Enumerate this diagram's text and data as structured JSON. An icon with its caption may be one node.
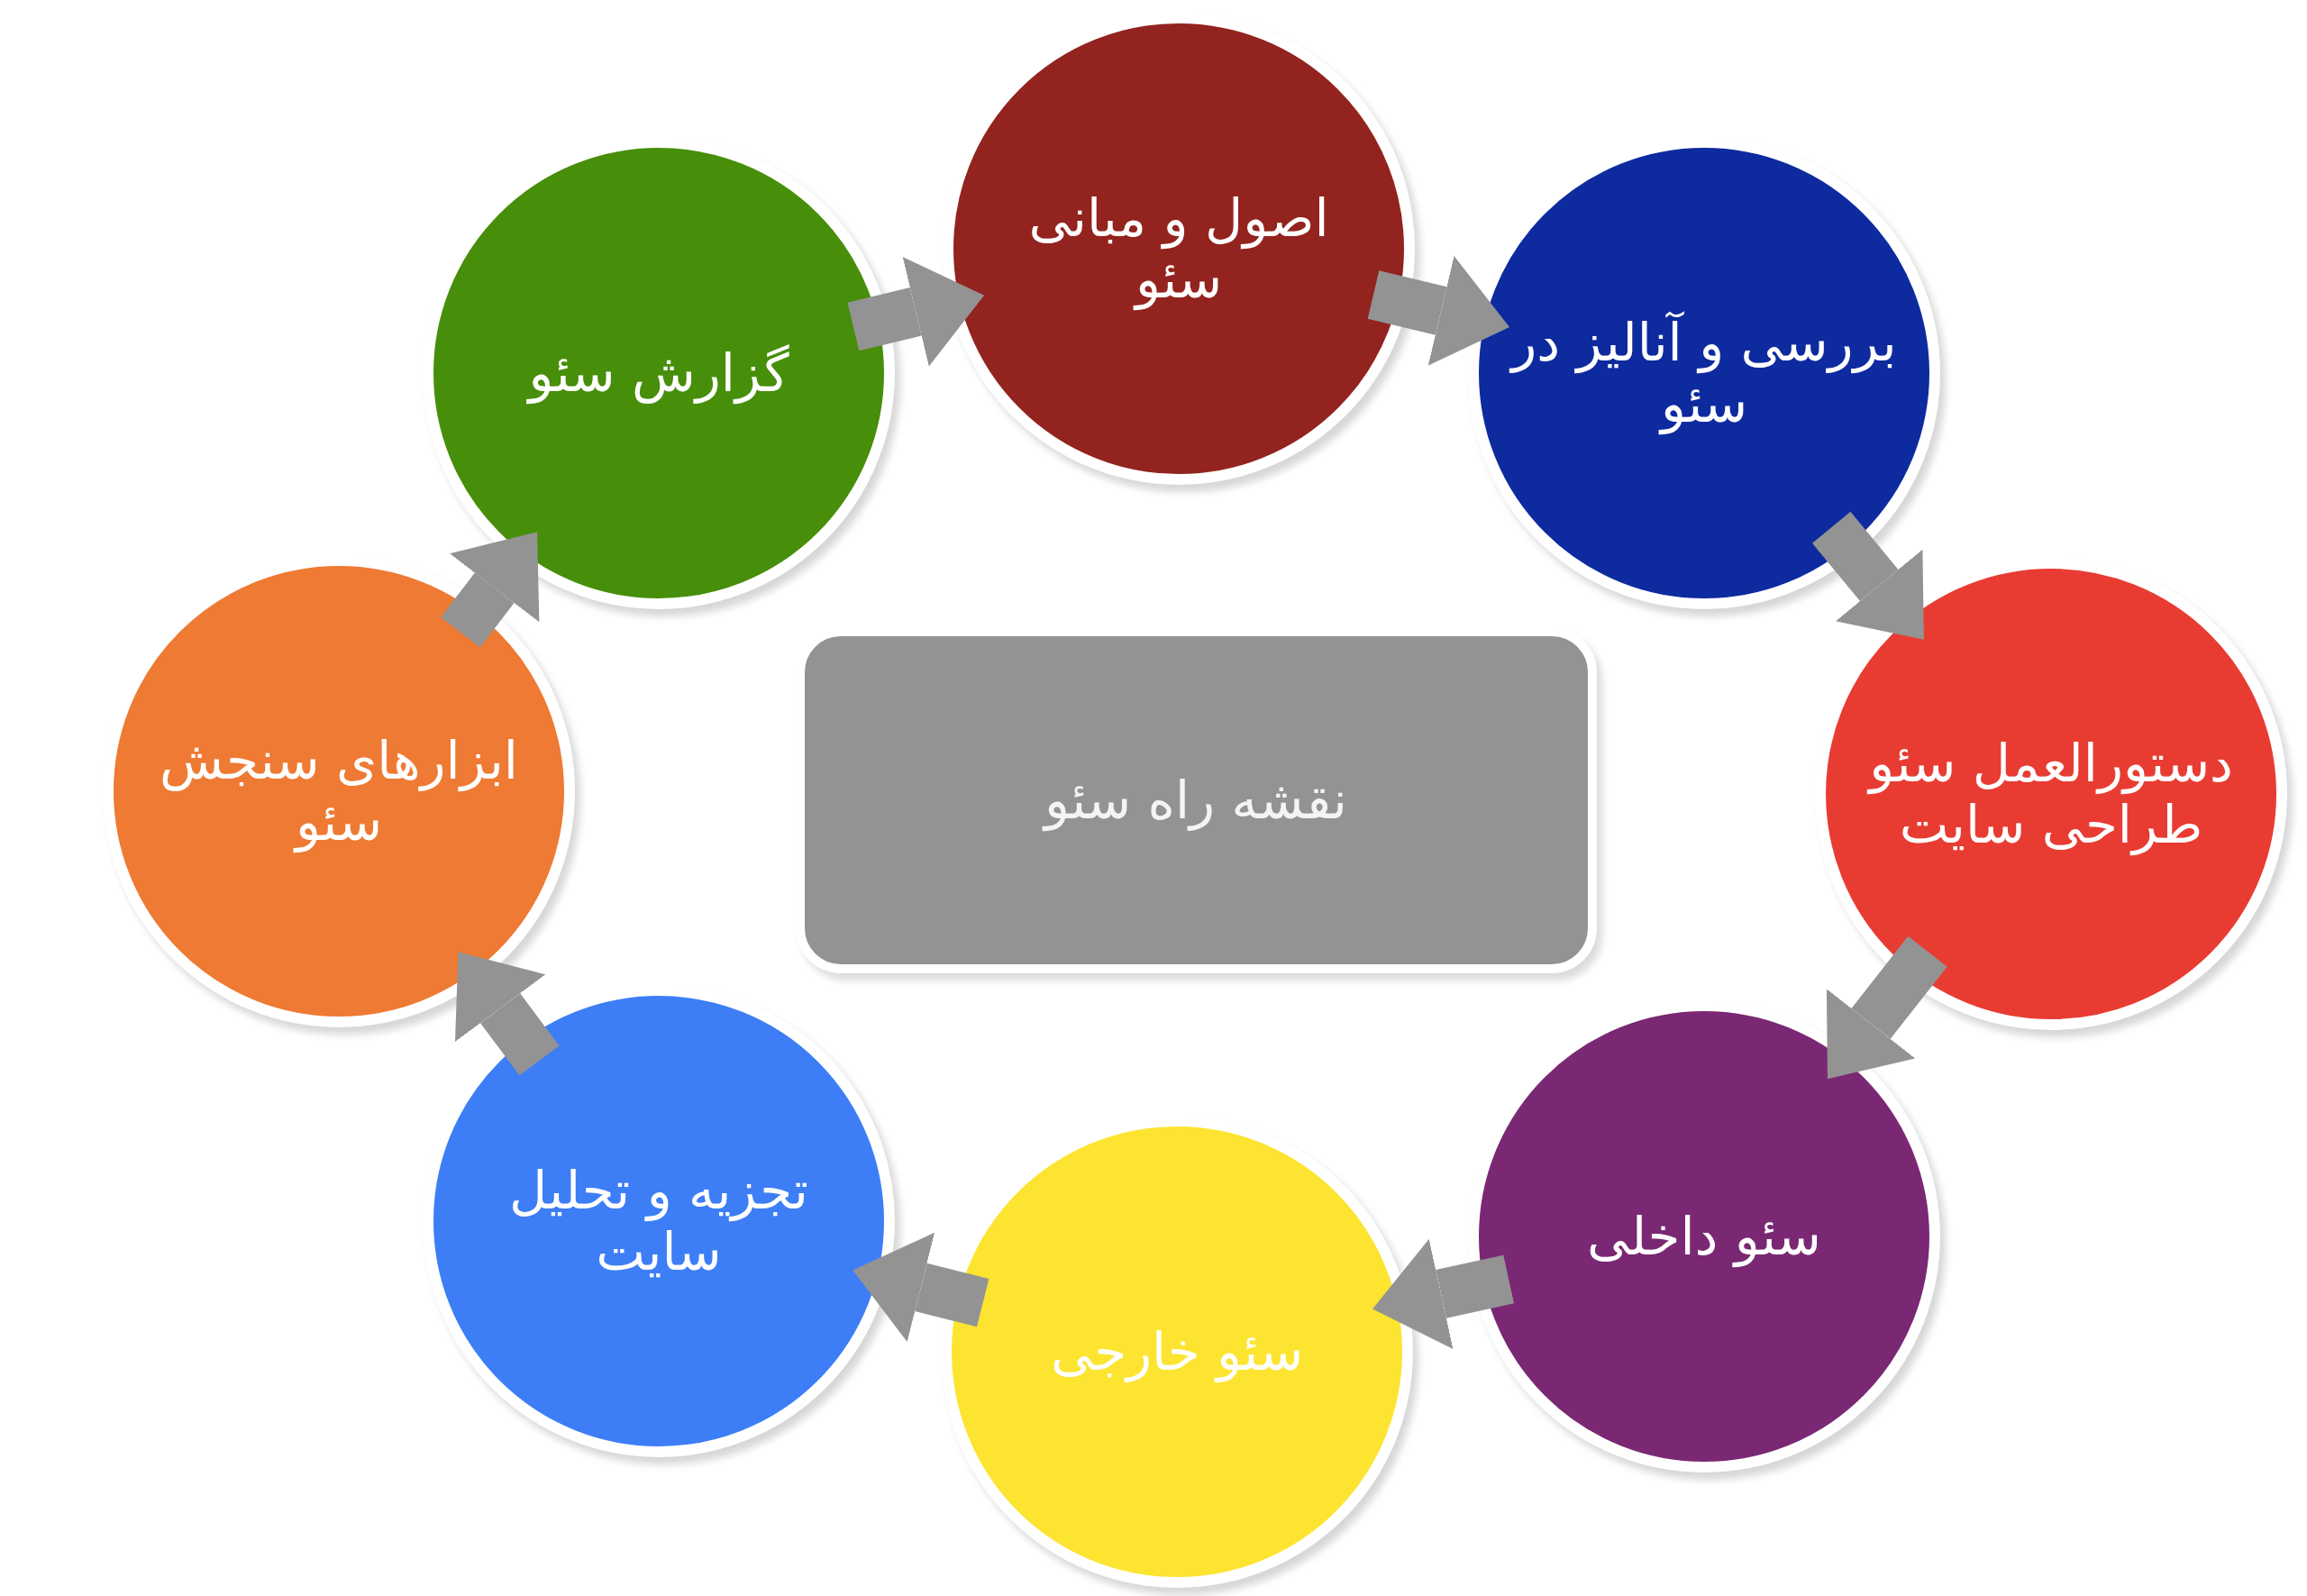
{
  "diagram": {
    "nodes": [
      {
        "text": [
          "نقشه راه سئو"
        ]
      },
      {
        "text": [
          "اصول و مبانی سئو"
        ]
      },
      {
        "text": [
          "بررسی و آنالیز در سئو"
        ]
      },
      {
        "text": [
          "دستورالعمل سئو طراحی سایت"
        ]
      },
      {
        "text": [
          "سئو داخلی"
        ]
      },
      {
        "text": [
          "سئو خارجی"
        ]
      },
      {
        "text": [
          "تجزیه و تحلیل سایت"
        ]
      },
      {
        "text": [
          "ابزارهای سنجش سئو"
        ]
      },
      {
        "text": [
          "گزارش سئو"
        ]
      }
    ],
    "edges": [
      {
        "from": 1,
        "to": 2,
        "arrow": "to"
      },
      {
        "from": 2,
        "to": 3,
        "arrow": "to"
      },
      {
        "from": 3,
        "to": 4,
        "arrow": "to"
      },
      {
        "from": 4,
        "to": 5,
        "arrow": "to"
      },
      {
        "from": 5,
        "to": 6,
        "arrow": "to"
      },
      {
        "from": 6,
        "to": 7,
        "arrow": "to"
      },
      {
        "from": 7,
        "to": 8,
        "arrow": "to"
      },
      {
        "from": 8,
        "to": 1,
        "arrow": "to"
      }
    ]
  }
}
